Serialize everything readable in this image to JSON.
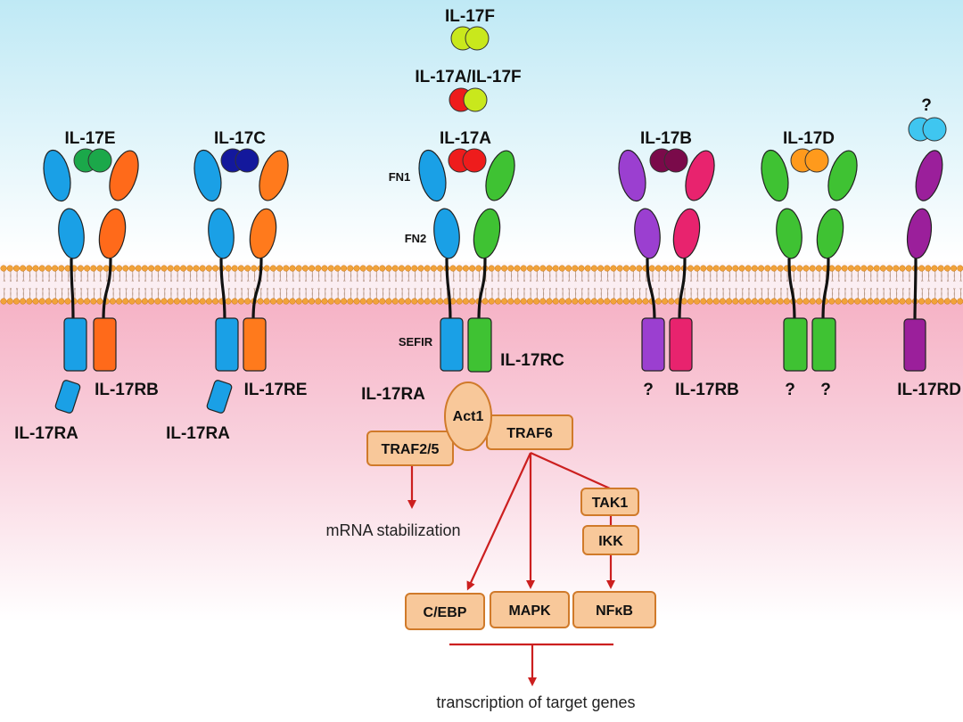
{
  "colors": {
    "extracellular": "#bfe9f5",
    "cytoplasm": "#f6b3c6",
    "lipid_head": "#f2a23a",
    "box_fill": "#f8c89a",
    "box_border": "#d07a2a",
    "arrow": "#cc1f1f",
    "il17ra_blue": "#1aa0e6",
    "il17rb_magenta": "#e8236e",
    "il17rc_green": "#3fc233",
    "il17re_orange": "#ff7a1c",
    "il17rd_purple": "#9b1f9b",
    "il17b_receptor_purple": "#9b3fd0",
    "il17d_receptor_green": "#3fc233"
  },
  "ligands": {
    "il17f": "IL-17F",
    "il17a_il17f": "IL-17A/IL-17F",
    "il17e": "IL-17E",
    "il17c": "IL-17C",
    "il17a": "IL-17A",
    "il17b": "IL-17B",
    "il17d": "IL-17D",
    "unknown": "?"
  },
  "domains": {
    "fn1": "FN1",
    "fn2": "FN2",
    "sefir": "SEFIR"
  },
  "receptors": {
    "il17ra": "IL-17RA",
    "il17rb": "IL-17RB",
    "il17re": "IL-17RE",
    "il17rc": "IL-17RC",
    "il17rd": "IL-17RD",
    "unknown": "?"
  },
  "signaling": {
    "act1": "Act1",
    "traf6": "TRAF6",
    "traf25": "TRAF2/5",
    "tak1": "TAK1",
    "ikk": "IKK",
    "cebp": "C/EBP",
    "mapk": "MAPK",
    "nfkb": "NFκB",
    "mrna": "mRNA stabilization",
    "transcription": "transcription of target genes"
  }
}
